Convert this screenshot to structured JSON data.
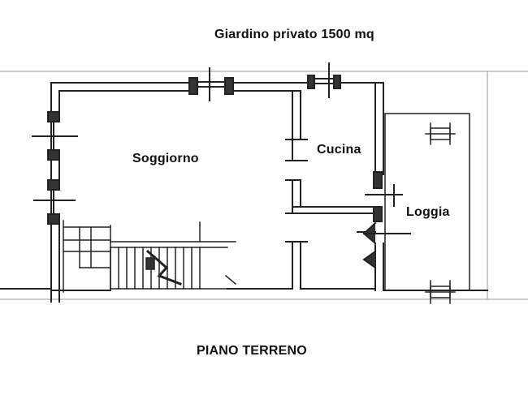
{
  "header": {
    "garden_label": "Giardino privato 1500 mq"
  },
  "rooms": {
    "soggiorno": "Soggiorno",
    "cucina": "Cucina",
    "loggia": "Loggia"
  },
  "footer": {
    "floor_label": "PIANO TERRENO"
  },
  "colors": {
    "line": "#222222",
    "light_line": "#888888",
    "background": "#ffffff"
  }
}
